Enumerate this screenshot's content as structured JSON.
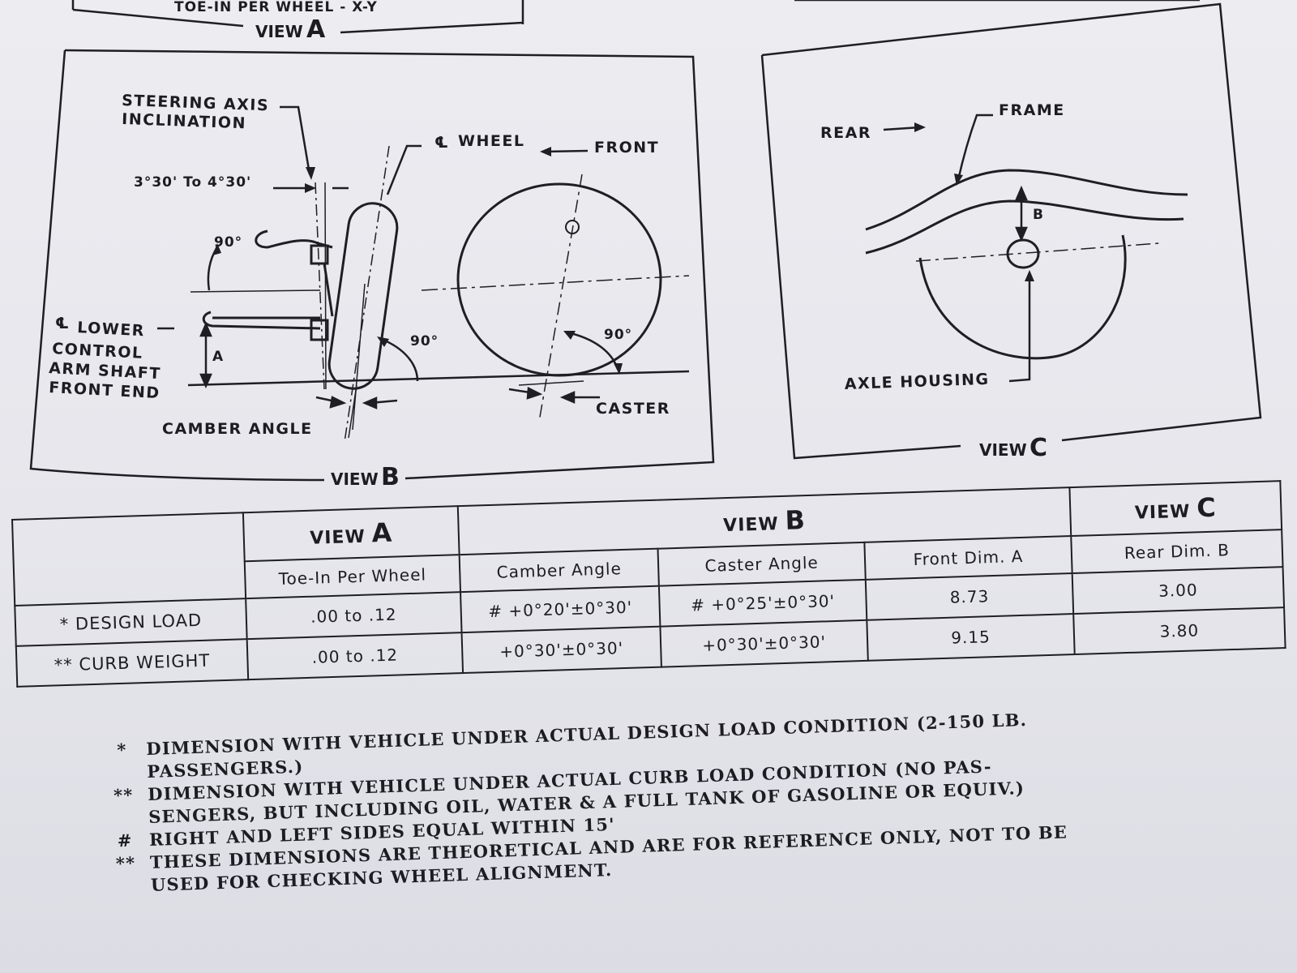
{
  "top_strip": {
    "toe_caption": "TOE-IN PER WHEEL - X-Y",
    "view_word": "VIEW",
    "view_letter": "A"
  },
  "view_b": {
    "steering_axis": [
      "STEERING AXIS",
      "INCLINATION"
    ],
    "steering_range": "3°30' To 4°30'",
    "wheel_label": "WHEEL",
    "front_label": "FRONT",
    "angle_90": "90°",
    "lower_arm": [
      "LOWER",
      "CONTROL",
      "ARM SHAFT",
      "FRONT END"
    ],
    "dim_a": "A",
    "camber_label": "CAMBER ANGLE",
    "caster_label": "CASTER",
    "caption_word": "VIEW",
    "caption_letter": "B"
  },
  "view_c": {
    "rear_label": "REAR",
    "frame_label": "FRAME",
    "dim_b": "B",
    "axle_label": "AXLE HOUSING",
    "caption_word": "VIEW",
    "caption_letter": "C"
  },
  "table": {
    "groups": [
      {
        "word": "VIEW",
        "letter": "A"
      },
      {
        "word": "VIEW",
        "letter": "B"
      },
      {
        "word": "VIEW",
        "letter": "C"
      }
    ],
    "columns": [
      "Toe-In Per Wheel",
      "Camber Angle",
      "Caster Angle",
      "Front Dim.  A",
      "Rear Dim.  B"
    ],
    "rows": [
      {
        "label": "* DESIGN LOAD",
        "toe": ".00 to .12",
        "camber": "# +0°20'±0°30'",
        "caster": "# +0°25'±0°30'",
        "front_a": "8.73",
        "rear_b": "3.00"
      },
      {
        "label": "** CURB WEIGHT",
        "toe": ".00 to .12",
        "camber": "+0°30'±0°30'",
        "caster": "+0°30'±0°30'",
        "front_a": "9.15",
        "rear_b": "3.80"
      }
    ]
  },
  "notes": [
    {
      "mark": "*",
      "text": "DIMENSION WITH VEHICLE UNDER ACTUAL DESIGN LOAD CONDITION (2-150 LB. PASSENGERS.)"
    },
    {
      "mark": "**",
      "text": "DIMENSION WITH VEHICLE UNDER ACTUAL CURB LOAD CONDITION (NO PAS-SENGERS, BUT INCLUDING OIL, WATER & A FULL TANK OF GASOLINE OR EQUIV.)"
    },
    {
      "mark": "#",
      "text": "RIGHT AND LEFT SIDES EQUAL WITHIN 15'"
    },
    {
      "mark": "**",
      "text": "THESE DIMENSIONS ARE THEORETICAL AND ARE FOR REFERENCE ONLY, NOT TO BE USED FOR CHECKING WHEEL ALIGNMENT."
    }
  ]
}
